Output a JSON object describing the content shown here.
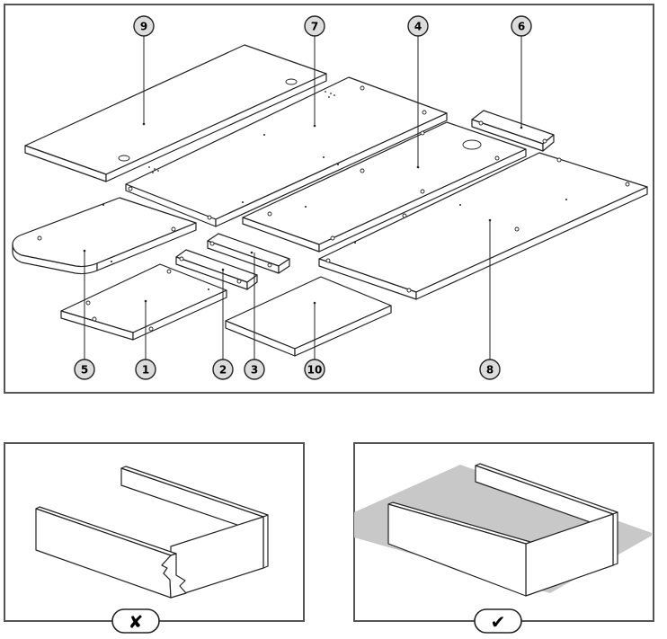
{
  "diagram": {
    "part_numbers": [
      "9",
      "7",
      "4",
      "6",
      "5",
      "1",
      "2",
      "3",
      "10",
      "8"
    ]
  },
  "panels": {
    "wrong": {
      "symbol": "✘"
    },
    "right": {
      "symbol": "✔"
    }
  },
  "colors": {
    "stroke": "#222222",
    "frame": "#555555",
    "badge_fill": "#dcdcdc",
    "floor_fill": "#c8c8c8",
    "board_fill": "#ffffff"
  }
}
